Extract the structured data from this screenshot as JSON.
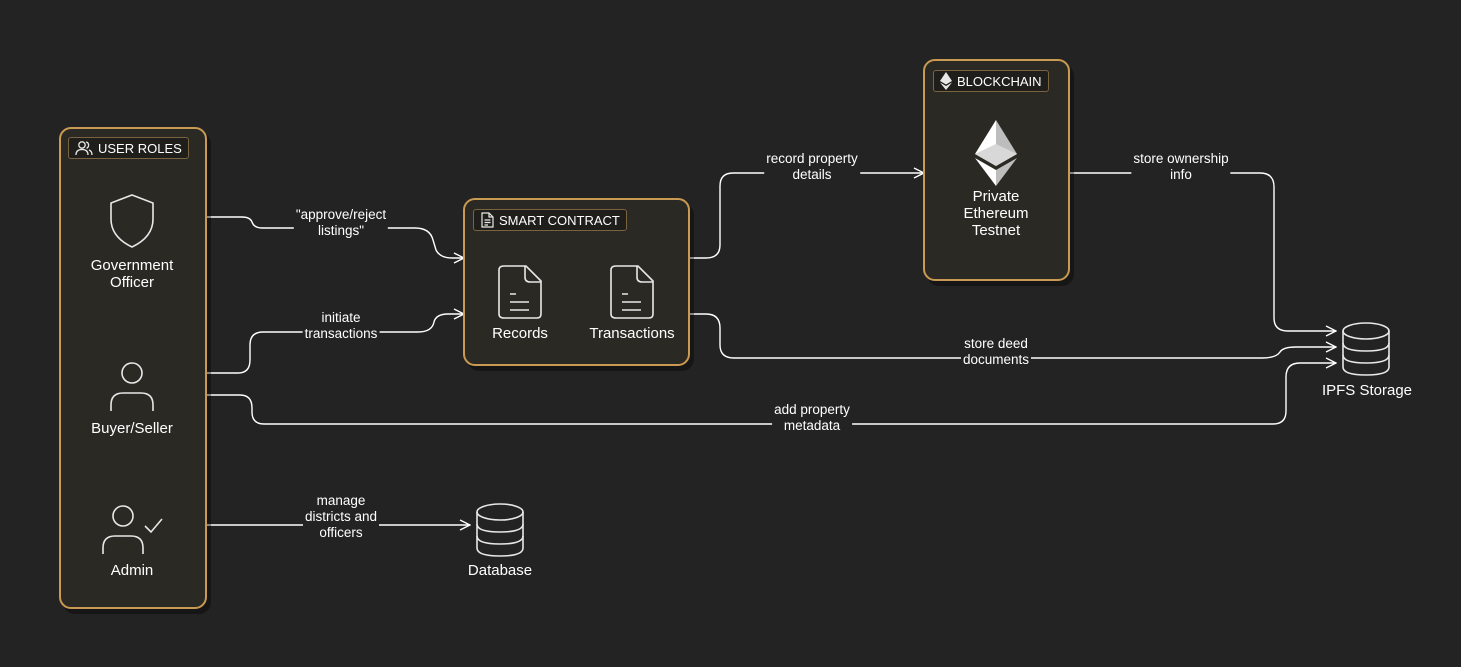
{
  "user_roles": {
    "tag": "USER ROLES",
    "government_officer": "Government\nOfficer",
    "buyer_seller": "Buyer/Seller",
    "admin": "Admin"
  },
  "smart_contract": {
    "tag": "SMART CONTRACT",
    "records": "Records",
    "transactions": "Transactions"
  },
  "blockchain": {
    "tag": "BLOCKCHAIN",
    "node": "Private\nEthereum\nTestnet"
  },
  "ipfs": {
    "label": "IPFS Storage"
  },
  "database": {
    "label": "Database"
  },
  "edges": {
    "approve": "\"approve/reject\nlistings\"",
    "initiate": "initiate\ntransactions",
    "add_metadata": "add property\nmetadata",
    "manage": "manage\ndistricts and\nofficers",
    "record": "record property\ndetails",
    "store_ownership": "store ownership\ninfo",
    "store_deed": "store deed\ndocuments"
  },
  "colors": {
    "background": "#232323",
    "group_border": "#c99a52",
    "group_fill": "#2b2924",
    "line": "#ffffff"
  },
  "icons": [
    "users-icon",
    "shield-icon",
    "user-icon",
    "user-check-icon",
    "document-icon",
    "ethereum-icon",
    "database-icon"
  ]
}
